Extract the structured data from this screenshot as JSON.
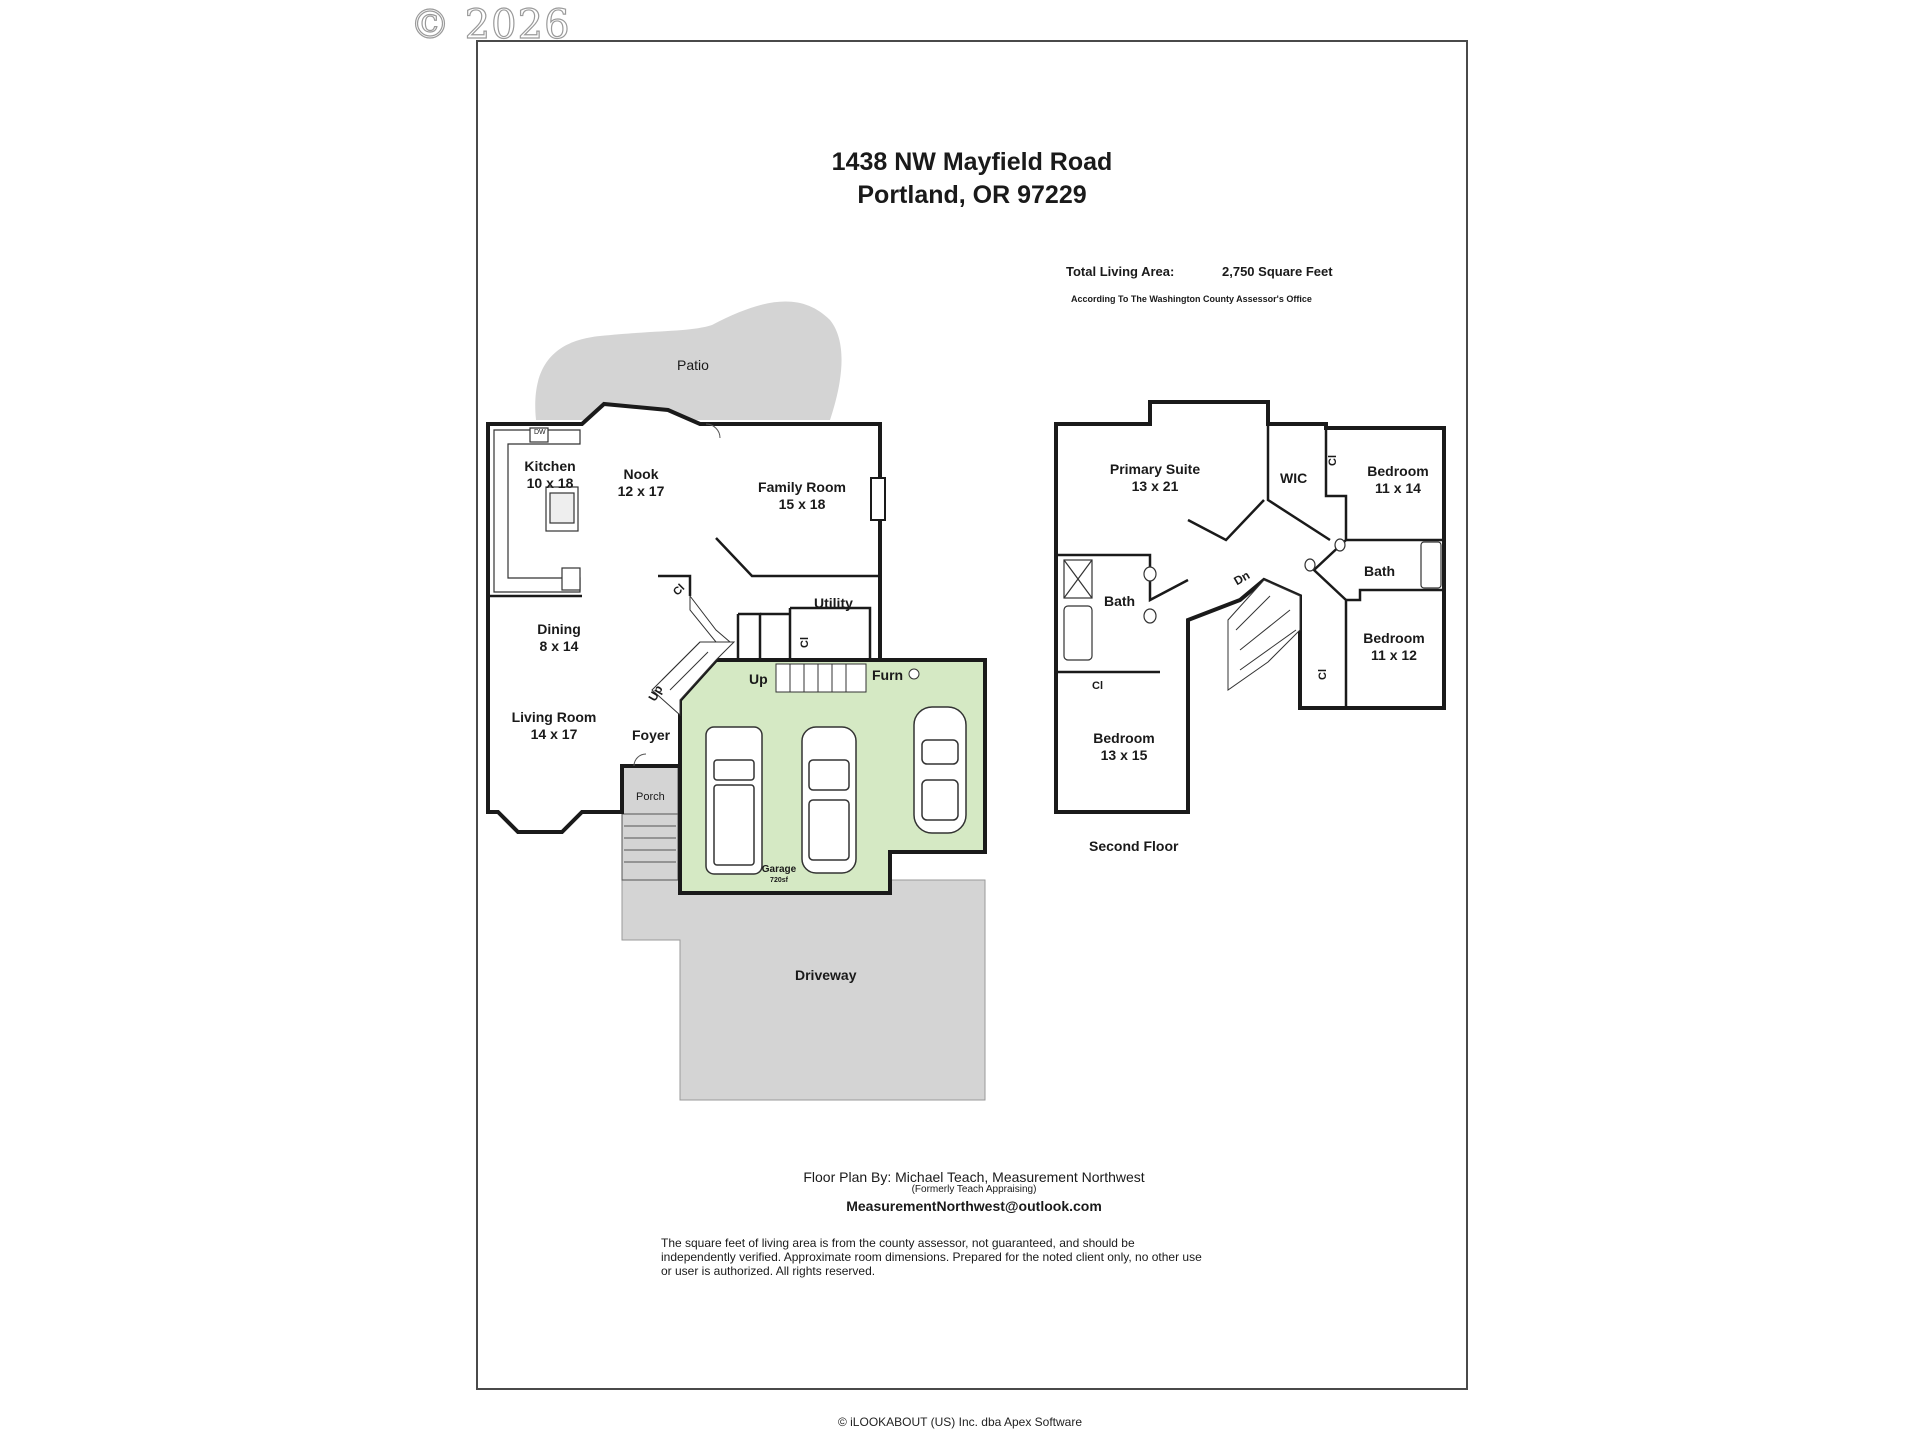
{
  "watermark": "© 2026",
  "header": {
    "address_line1": "1438 NW Mayfield Road",
    "address_line2": "Portland, OR 97229"
  },
  "area": {
    "label": "Total Living Area:",
    "value": "2,750 Square Feet",
    "source": "According To The Washington County Assessor's Office"
  },
  "first_floor": {
    "patio": "Patio",
    "kitchen": {
      "name": "Kitchen",
      "size": "10 x 18"
    },
    "dw": "DW",
    "nook": {
      "name": "Nook",
      "size": "12 x 17"
    },
    "family": {
      "name": "Family Room",
      "size": "15 x 18"
    },
    "dining": {
      "name": "Dining",
      "size": "8 x 14"
    },
    "living": {
      "name": "Living Room",
      "size": "14 x 17"
    },
    "foyer": "Foyer",
    "porch": "Porch",
    "utility": "Utility",
    "closet": "Cl",
    "up_stairs": "Up",
    "up_garage": "Up",
    "furn": "Furn",
    "garage": {
      "name": "Garage",
      "size": "720sf"
    },
    "driveway": "Driveway"
  },
  "second_floor": {
    "label": "Second Floor",
    "primary": {
      "name": "Primary Suite",
      "size": "13 x 21"
    },
    "wic": "WIC",
    "closet": "Cl",
    "bed1": {
      "name": "Bedroom",
      "size": "11 x 14"
    },
    "bath1": "Bath",
    "bath2": "Bath",
    "bed2": {
      "name": "Bedroom",
      "size": "11 x 12"
    },
    "bed3": {
      "name": "Bedroom",
      "size": "13 x 15"
    },
    "dn": "Dn"
  },
  "credits": {
    "by": "Floor Plan By: Michael Teach, Measurement Northwest",
    "formerly": "(Formerly Teach Appraising)",
    "email": "MeasurementNorthwest@outlook.com",
    "disclaimer_1": "The square feet of living area is from the county assessor, not guaranteed, and should be",
    "disclaimer_2": "independently verified. Approximate room dimensions. Prepared for the noted client only, no other use",
    "disclaimer_3": "or user is authorized. All rights reserved."
  },
  "footer": "© iLOOKABOUT (US) Inc. dba Apex Software",
  "colors": {
    "garage": "#d5e9c4",
    "paved": "#d4d4d4",
    "wall": "#1a1a1a"
  }
}
